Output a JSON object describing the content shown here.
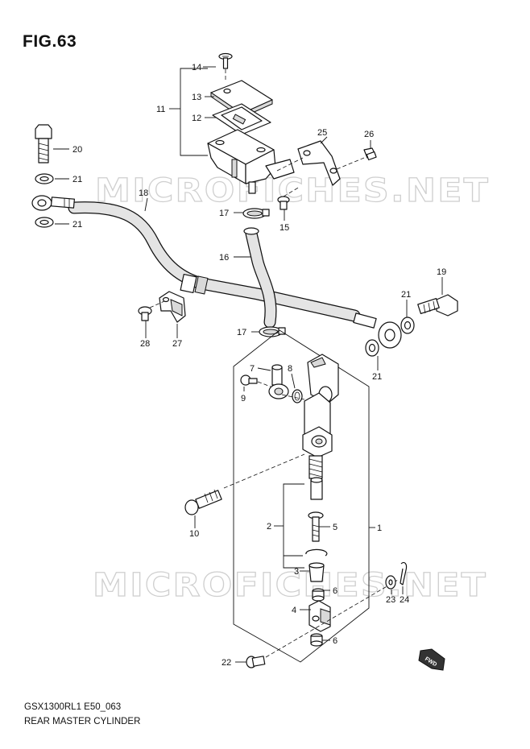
{
  "figure": {
    "title": "FIG.63",
    "model_code": "GSX1300RL1 E50_063",
    "name": "REAR MASTER CYLINDER",
    "watermark": "MICROFICHES.NET"
  },
  "callouts": {
    "c1": "1",
    "c2": "2",
    "c3": "3",
    "c4": "4",
    "c5": "5",
    "c6a": "6",
    "c6b": "6",
    "c7": "7",
    "c8": "8",
    "c9": "9",
    "c10": "10",
    "c11": "11",
    "c12": "12",
    "c13": "13",
    "c14": "14",
    "c15": "15",
    "c16": "16",
    "c17a": "17",
    "c17b": "17",
    "c18": "18",
    "c19": "19",
    "c20": "20",
    "c21a": "21",
    "c21b": "21",
    "c21c": "21",
    "c21d": "21",
    "c22": "22",
    "c23": "23",
    "c24": "24",
    "c25": "25",
    "c26": "26",
    "c27": "27",
    "c28": "28"
  },
  "icons": {
    "fwd_arrow": "fwd-arrow-icon",
    "fwd_text": "FWD"
  }
}
